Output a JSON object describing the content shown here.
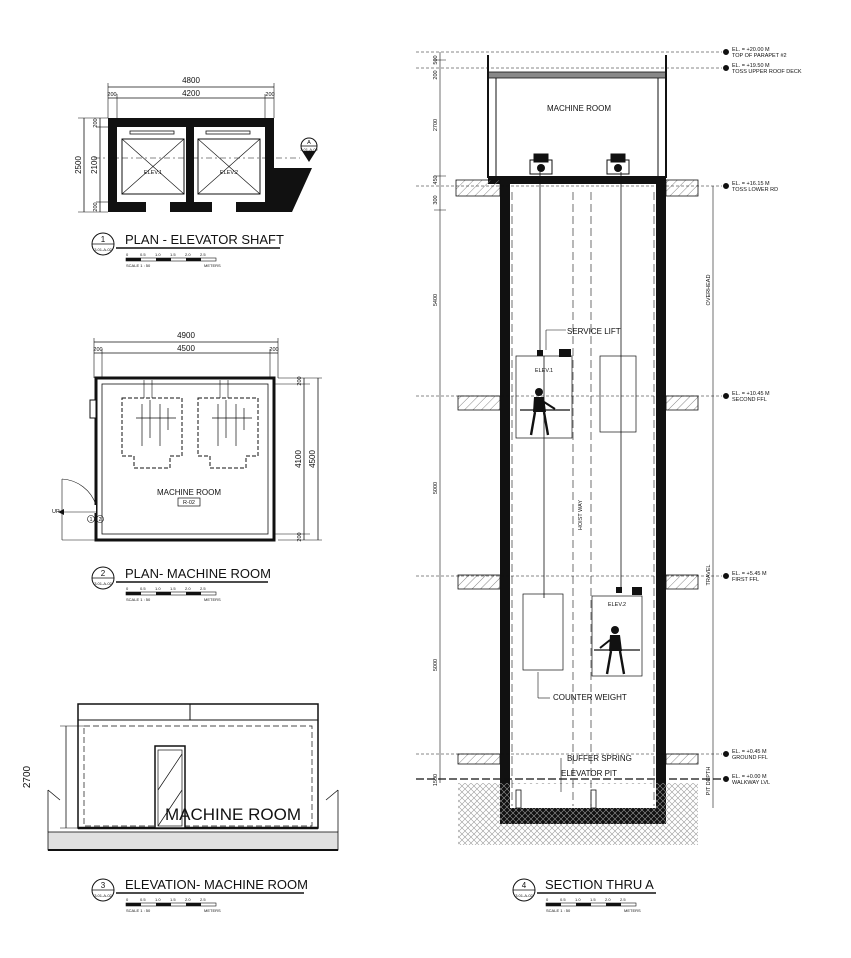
{
  "plan_shaft": {
    "dims": {
      "overall": "4800",
      "inner": "4200",
      "wall_l": "200",
      "wall_r": "200",
      "depth_overall": "2500",
      "depth_inner": "2100",
      "depth_wall_t": "200",
      "depth_wall_b": "200"
    },
    "elev_labels": [
      "ELEV.1",
      "ELEV.2"
    ],
    "section_marker": {
      "letter": "A",
      "ref": "3.01-A-02"
    }
  },
  "plan_machine": {
    "dims": {
      "overall": "4900",
      "inner": "4500",
      "wall_l": "200",
      "wall_r": "200",
      "depth_wall_t": "200",
      "depth_inner": "4100",
      "depth_overall": "4500",
      "depth_wall_b": "200"
    },
    "room_label": "MACHINE ROOM",
    "room_tag": "R-02",
    "up_label": "UP",
    "circle_marks": [
      "1",
      "2"
    ]
  },
  "elevation": {
    "height": "2700",
    "room_label": "MACHINE ROOM"
  },
  "section": {
    "machine_room": "MACHINE ROOM",
    "service_lift": "SERVICE LIFT",
    "elev1": "ELEV.1",
    "elev2": "ELEV.2",
    "hoist_way": "HOIST WAY",
    "counter_weight": "COUNTER WEIGHT",
    "buffer_spring": "BUFFER SPRING",
    "elevator_pit": "ELEVATOR PIT",
    "overhead": "OVERHEAD",
    "travel": "TRAVEL",
    "pit_depth": "PIT DEPTH",
    "left_dims": [
      "500",
      "200",
      "2700",
      "450",
      "300",
      "5400",
      "5000",
      "5000",
      "1500"
    ],
    "levels": [
      {
        "el": "EL. = +20.00 M",
        "name": "TOP OF PARAPET #2"
      },
      {
        "el": "EL. = +19.50 M",
        "name": "TOSS UPPER ROOF DECK"
      },
      {
        "el": "EL. = +16.15 M",
        "name": "TOSS LOWER RD"
      },
      {
        "el": "EL. = +10.45 M",
        "name": "SECOND FFL"
      },
      {
        "el": "EL. = +5.45 M",
        "name": "FIRST FFL"
      },
      {
        "el": "EL. = +0.45 M",
        "name": "GROUND FFL"
      },
      {
        "el": "EL. = +0.00 M",
        "name": "WALKWAY LVL"
      }
    ]
  },
  "titles": [
    {
      "num": "1",
      "ref": "3.01-A-02",
      "text": "PLAN - ELEVATOR SHAFT"
    },
    {
      "num": "2",
      "ref": "3.01-A-02",
      "text": "PLAN- MACHINE ROOM"
    },
    {
      "num": "3",
      "ref": "3.01-A-02",
      "text": "ELEVATION- MACHINE ROOM"
    },
    {
      "num": "4",
      "ref": "3.01-A-02",
      "text": "SECTION THRU A"
    }
  ],
  "scale": {
    "ticks": [
      "0",
      "0.5",
      "1.0",
      "1.5",
      "2.0",
      "2.5"
    ],
    "label": "SCALE  1 : 50",
    "unit": "METERS"
  }
}
